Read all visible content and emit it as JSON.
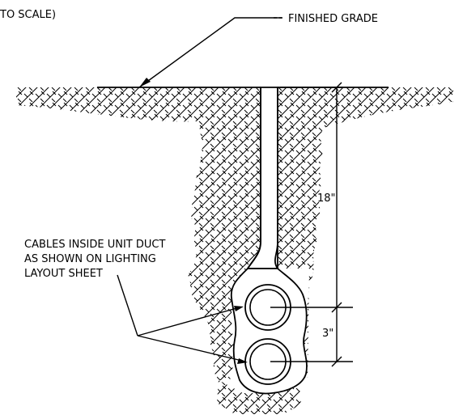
{
  "labels": {
    "scale_note": "TO SCALE)",
    "finished_grade": "FINISHED GRADE",
    "cables_line1": "CABLES INSIDE UNIT DUCT",
    "cables_line2": "AS SHOWN ON LIGHTING",
    "cables_line3": "LAYOUT SHEET",
    "dim_depth": "18\"",
    "dim_spacing": "3\""
  },
  "colors": {
    "ink": "#000000",
    "paper": "#ffffff"
  }
}
